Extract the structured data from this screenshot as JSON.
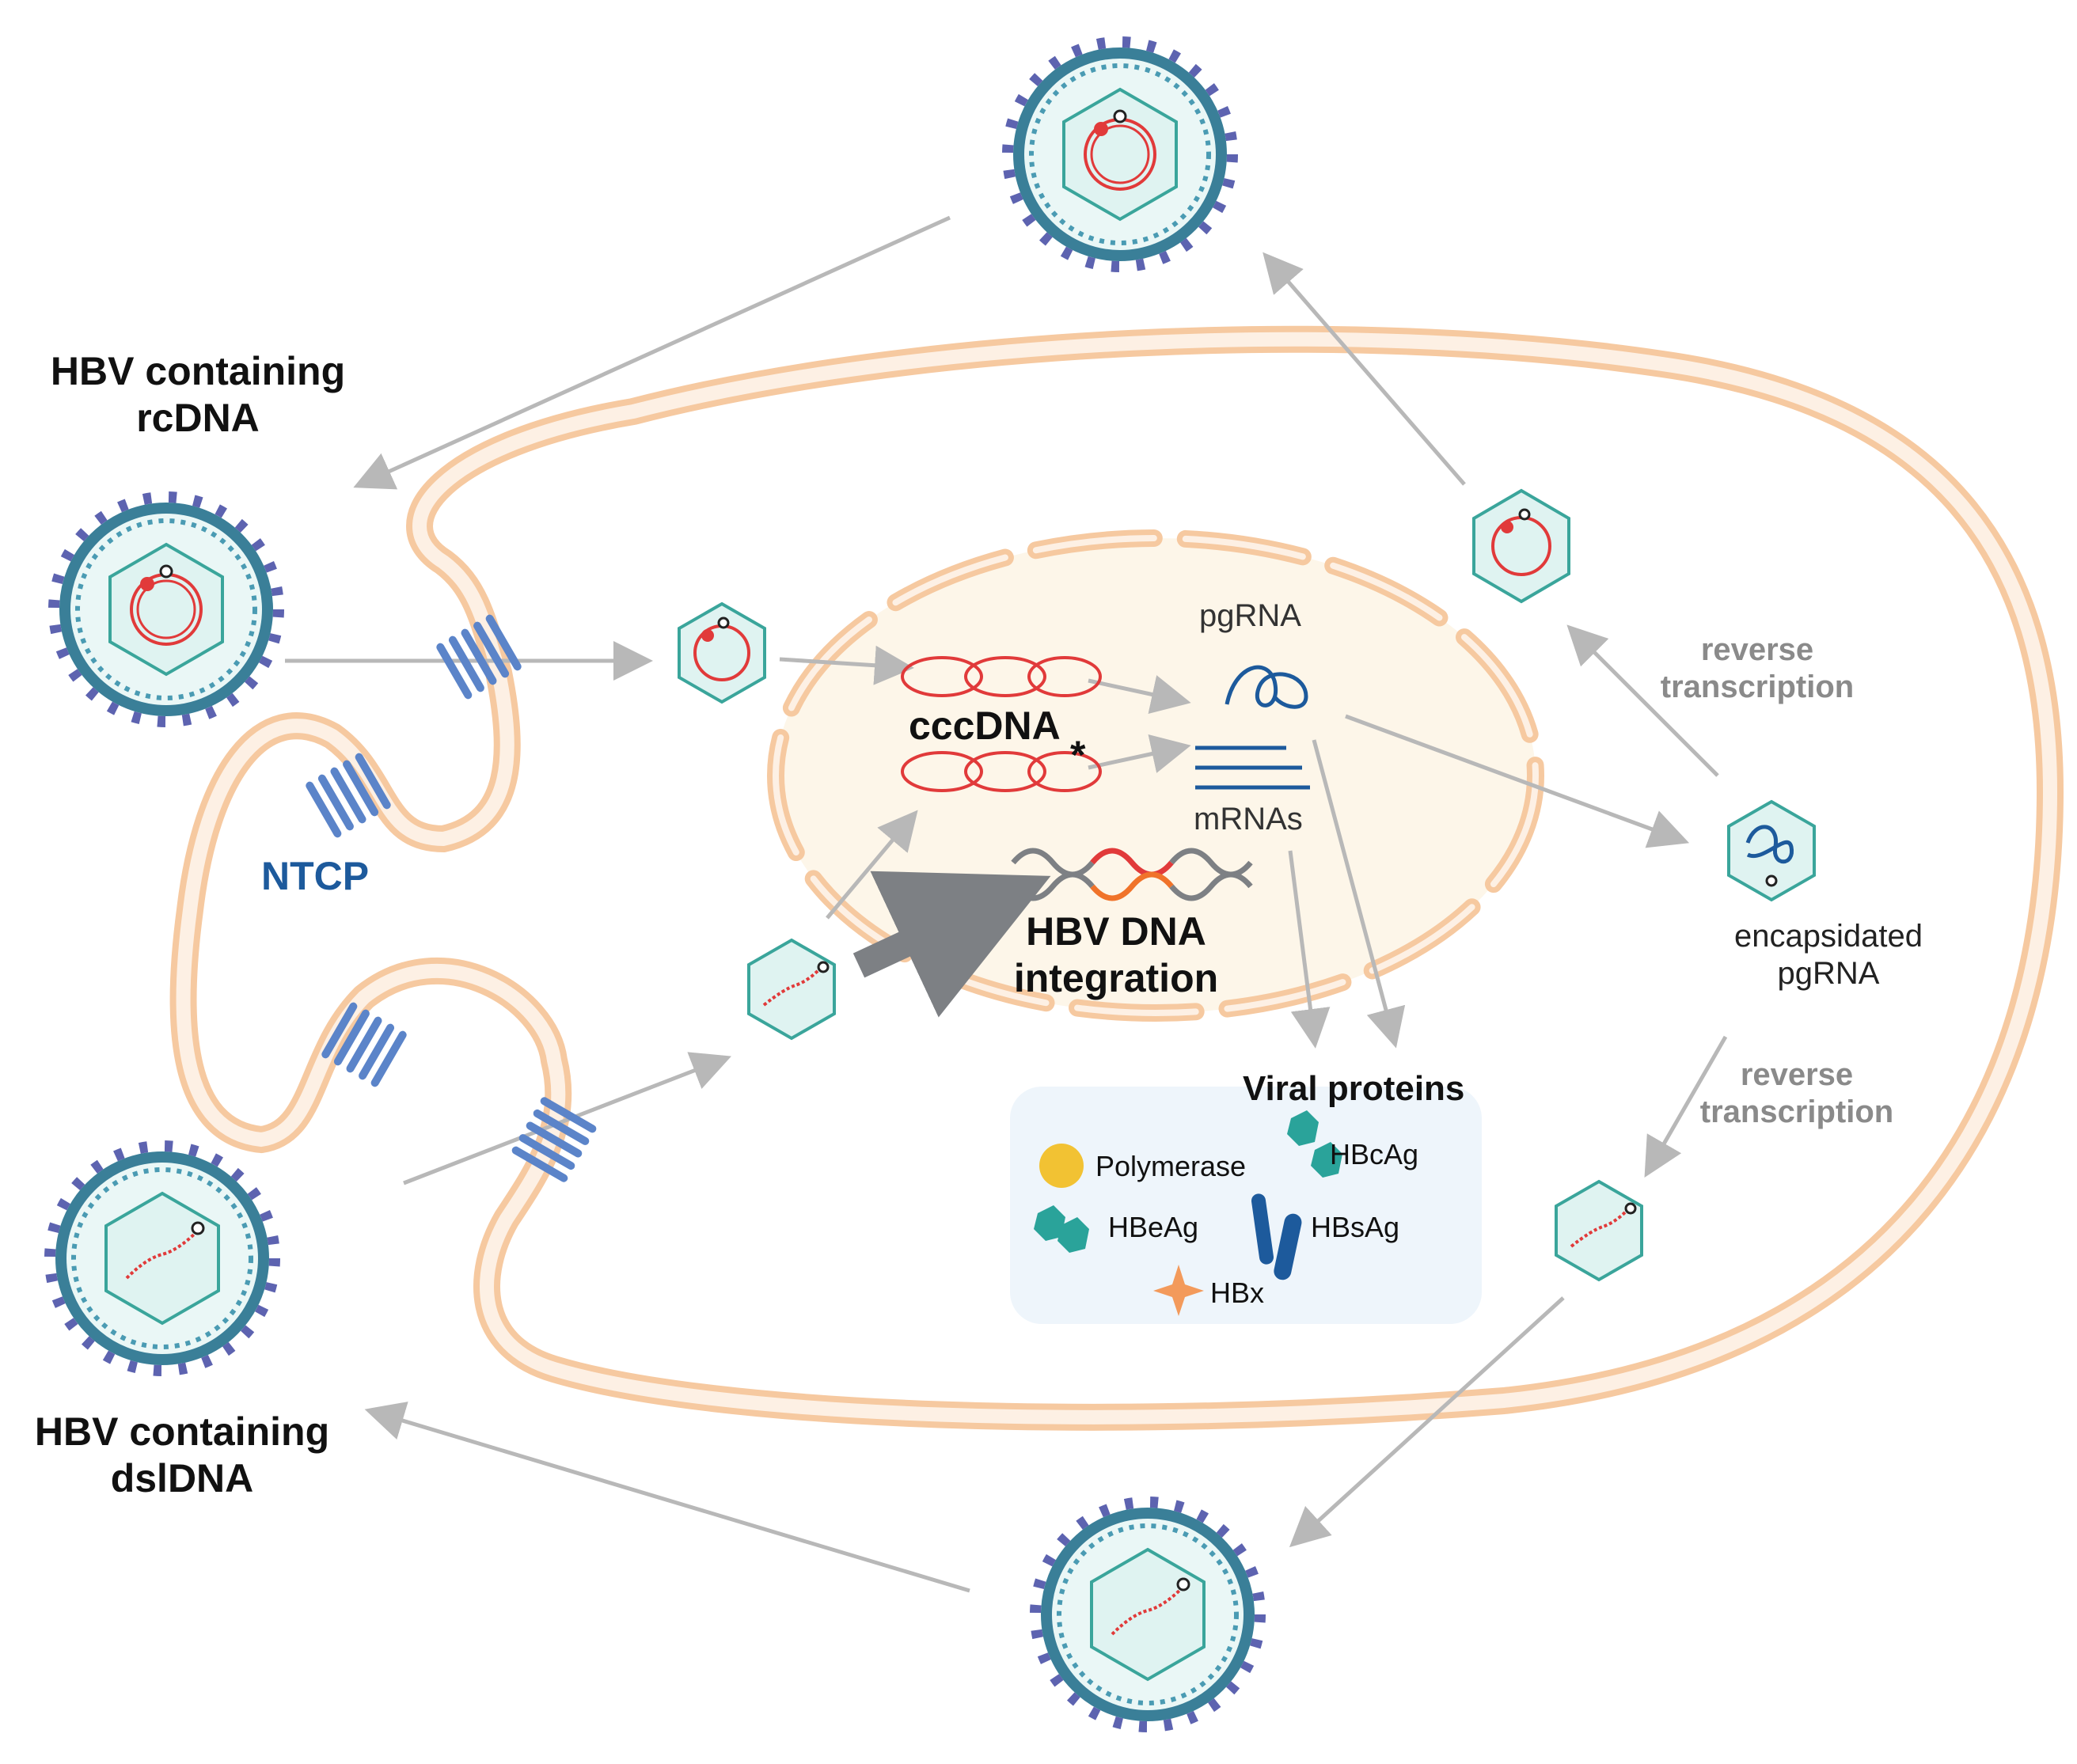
{
  "labels": {
    "hbv_rcdna": [
      "HBV containing",
      "rcDNA"
    ],
    "hbv_dsldna": [
      "HBV containing",
      "dslDNA"
    ],
    "ntcp": "NTCP",
    "pgrna": "pgRNA",
    "cccdna": "cccDNA",
    "asterisk": "*",
    "mrnas": "mRNAs",
    "integration": [
      "HBV DNA",
      "integration"
    ],
    "encapsidated": [
      "encapsidated",
      "pgRNA"
    ],
    "reverse_transcription_1": [
      "reverse",
      "transcription"
    ],
    "reverse_transcription_2": [
      "reverse",
      "transcription"
    ],
    "viral_proteins": "Viral proteins"
  },
  "legend": {
    "polymerase": "Polymerase",
    "hbcag": "HBcAg",
    "hbeag": "HBeAg",
    "hbsag": "HBsAg",
    "hbx": "HBx"
  },
  "colors": {
    "membrane": "#f6c9a0",
    "nucleus": "#fdf6e9",
    "arrow": "#b8b8b8",
    "capsid": "#3aa59b",
    "envelope": "#2a7fa0",
    "dna_red": "#e13a3a",
    "rna_blue": "#1d5a9c",
    "ntcp_blue": "#5b84c9",
    "polymerase": "#f2c233",
    "core_teal": "#2aa39a",
    "hbsag": "#1d5a9c",
    "hbx": "#f39a5b"
  }
}
